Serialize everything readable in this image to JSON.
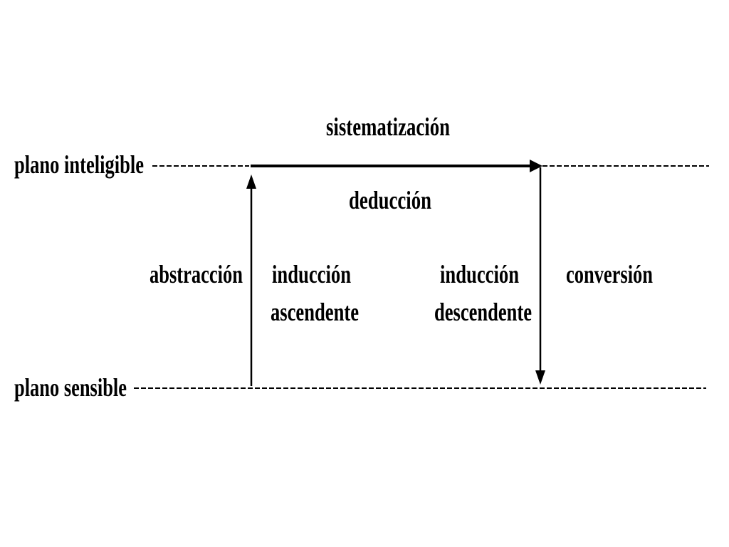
{
  "planes": {
    "intelligible": "plano inteligible",
    "sensible": "plano sensible"
  },
  "processes": {
    "top": "sistematización",
    "center": "deducción",
    "left_outer": "abstracción",
    "left_inner": [
      "inducción",
      "ascendente"
    ],
    "right_inner": [
      "inducción",
      "descendente"
    ],
    "right_outer": "conversión"
  },
  "colors": {
    "ink": "#000000",
    "background": "#ffffff"
  }
}
